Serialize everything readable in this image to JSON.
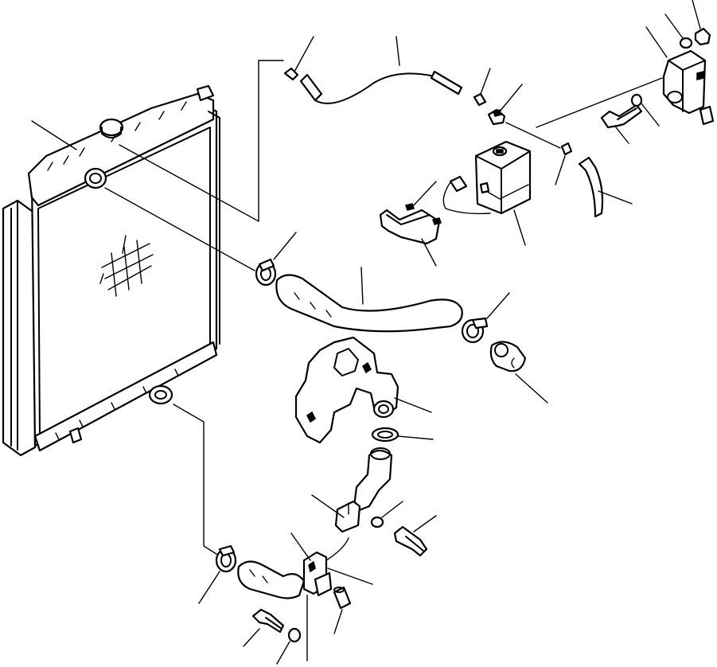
{
  "colors": {
    "line": "#000000",
    "background": "#ffffff"
  },
  "parts": {
    "radiator": {
      "name": "radiator"
    },
    "radiator_cap": {
      "name": "radiator-cap"
    },
    "upper_hose": {
      "name": "upper-hose"
    },
    "lower_hose": {
      "name": "lower-hose"
    },
    "water_outlet_housing": {
      "name": "water-outlet-housing"
    },
    "reserve_tank": {
      "name": "reserve-tank"
    },
    "tank_bracket": {
      "name": "tank-bracket"
    },
    "mount_bracket": {
      "name": "mount-bracket"
    },
    "overflow_hose": {
      "name": "overflow-hose"
    }
  }
}
